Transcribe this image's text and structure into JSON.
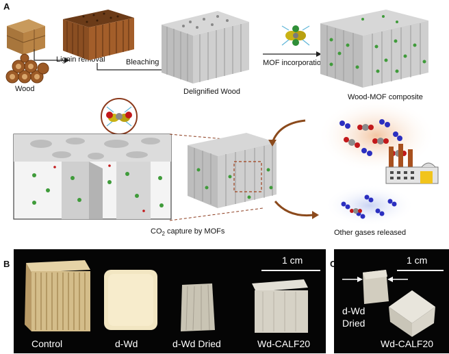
{
  "panel_a": {
    "letter": "A",
    "steps": {
      "wood": "Wood",
      "lignin_removal": "Lignin removal",
      "bleaching": "Bleaching",
      "delignified": "Delignified Wood",
      "mof_incorporation": "MOF incorporation",
      "composite": "Wood-MOF composite"
    },
    "capture": {
      "co2_prefix": "CO",
      "co2_sub": "2",
      "co2_suffix": " capture by MOFs",
      "released": "Other gases released"
    }
  },
  "panel_b": {
    "letter": "B",
    "scale": "1 cm",
    "samples": [
      "Control",
      "d-Wd",
      "d-Wd Dried",
      "Wd-CALF20"
    ]
  },
  "panel_c": {
    "letter": "C",
    "scale": "1 cm",
    "sample1_line1": "d-Wd",
    "sample1_line2": "Dried",
    "sample2": "Wd-CALF20"
  },
  "colors": {
    "wood_brown": "#8a4e22",
    "gray_block": "#c9c9c9",
    "mof_green": "#3f9b3a",
    "arrow_brown": "#8b4a1c",
    "glow_orange": "#f3c6a3",
    "glow_blue": "#c9d3f3"
  }
}
